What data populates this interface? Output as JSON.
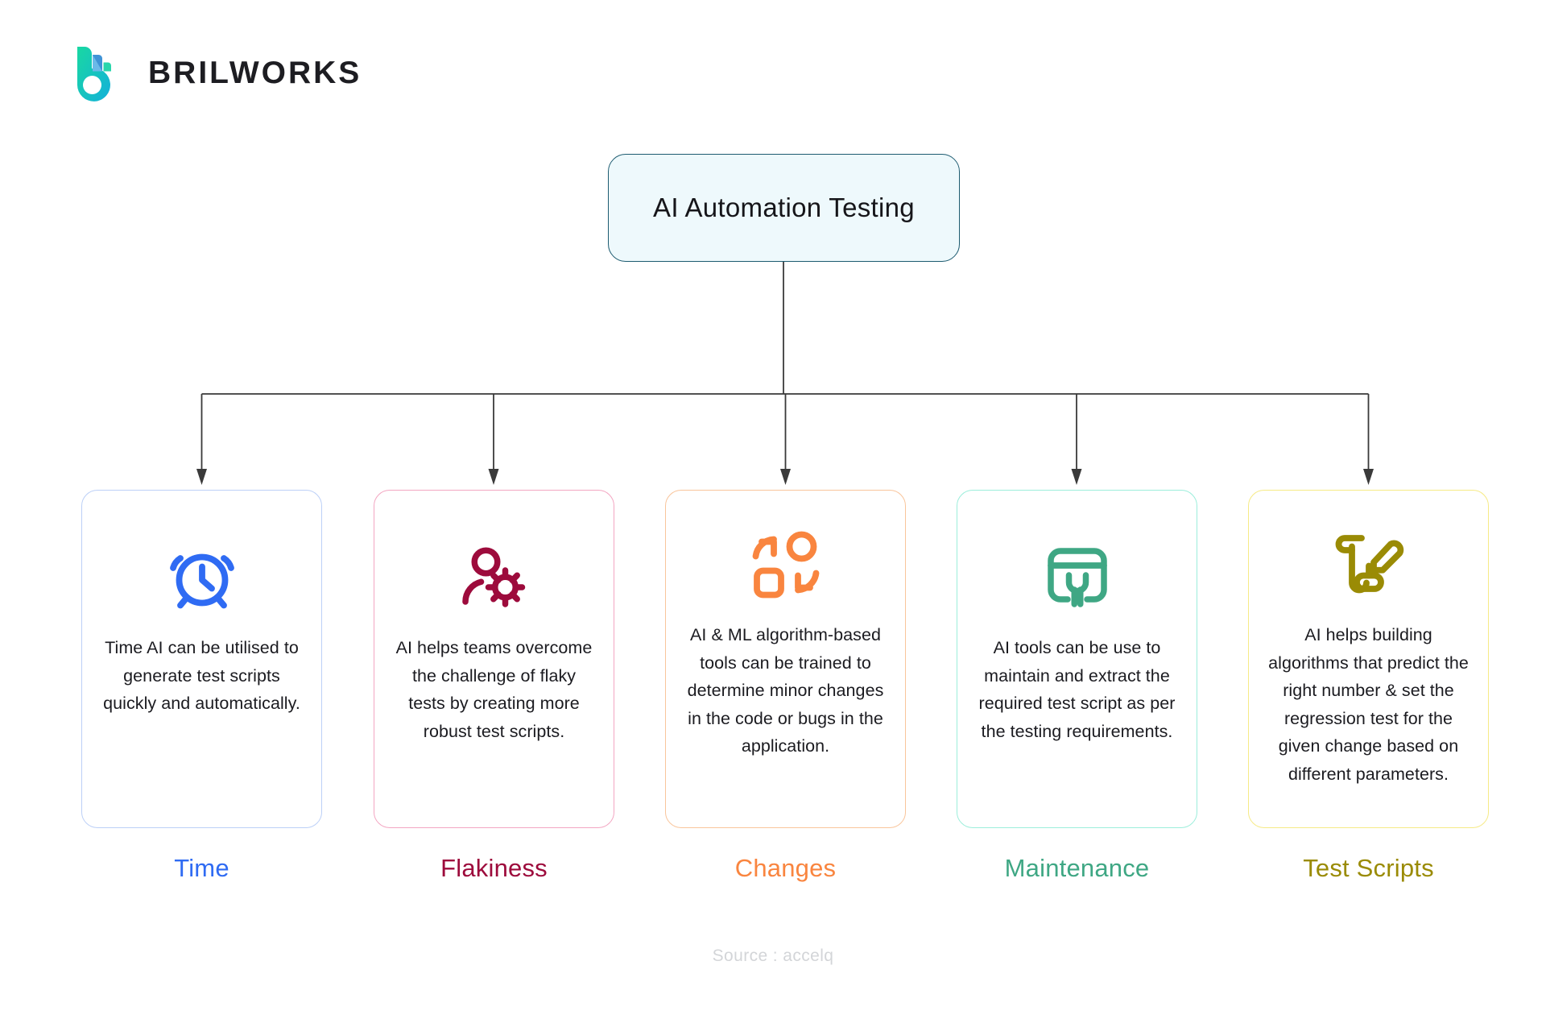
{
  "brand": {
    "wordmark": "BRILWORKS",
    "logo_icon": "brilworks-b-logo-icon",
    "gradient_start": "#1ad6a4",
    "gradient_end": "#14b2d8",
    "accent_blue": "#3c8fd4"
  },
  "root": {
    "label": "AI Automation Testing",
    "fill": "#eef9fc",
    "border": "#1d5b70"
  },
  "connector": {
    "color": "#3a3a3a",
    "arrow_icon": "arrow-down-icon"
  },
  "cards": [
    {
      "id": "time",
      "label": "Time",
      "text": "Time AI can be utilised to generate test scripts quickly and automatically.",
      "icon": "alarm-clock-icon",
      "color": "#2f6bf3",
      "border": "#bcd0f7",
      "lines": 4
    },
    {
      "id": "flakiness",
      "label": "Flakiness",
      "text": "AI helps teams overcome the challenge of flaky tests by creating more robust test scripts.",
      "icon": "user-gear-icon",
      "color": "#9d0b3c",
      "border": "#f3a6c2",
      "lines": 5
    },
    {
      "id": "changes",
      "label": "Changes",
      "text": "AI & ML algorithm-based tools can be trained to determine minor changes in the code or bugs in the application.",
      "icon": "swap-shapes-icon",
      "color": "#f9853f",
      "border": "#f9c59b",
      "lines": 6
    },
    {
      "id": "maintenance",
      "label": "Maintenance",
      "text": "AI tools can be use to maintain and extract the required test script as per the testing requirements.",
      "icon": "maintenance-wrench-icon",
      "color": "#3fa784",
      "border": "#9ceedb",
      "lines": 5
    },
    {
      "id": "test-scripts",
      "label": "Test Scripts",
      "text": "AI helps building algorithms that predict the right number & set the regression test for the given change based on different parameters.",
      "icon": "script-pen-icon",
      "color": "#9a8b05",
      "border": "#f6ea86",
      "lines": 6
    }
  ],
  "footer": {
    "source": "Source : accelq"
  }
}
